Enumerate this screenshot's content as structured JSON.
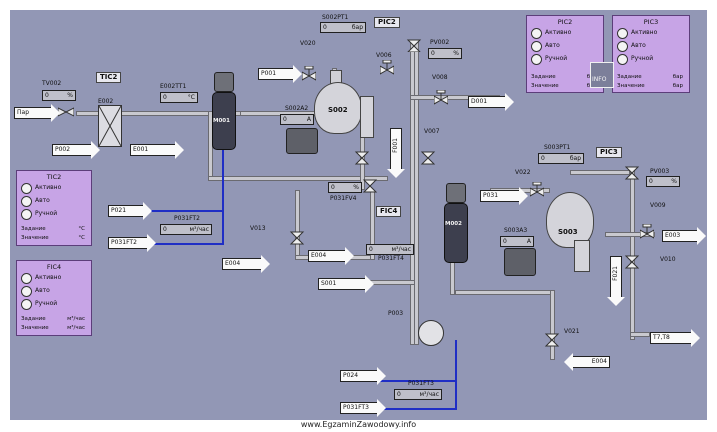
{
  "watermark": "www.EgzaminZawodowy.info",
  "stream_arrows": {
    "par": "Пар",
    "p002": "P002",
    "e001": "E001",
    "p001": "P001",
    "d001": "D001",
    "p021": "P021",
    "e004_left": "E004",
    "e004_mid": "E004",
    "s001": "S001",
    "p031": "P031",
    "e003": "E003",
    "e004_right": "E004",
    "t7t8": "T7,T8",
    "p024": "P024",
    "m001": "M001",
    "m002": "M002"
  },
  "vertical_arrows": {
    "v1": "F001",
    "v2": "F021"
  },
  "controllers": {
    "tic2": "TIC2",
    "pic2": "PIC2",
    "fic4": "FIC4",
    "pic3": "PIC3"
  },
  "tags": {
    "tv002": "TV002",
    "e002": "E002",
    "e002tt1": "E002TT1",
    "s002pt1": "S002PT1",
    "v020": "V020",
    "v006": "V006",
    "pv002": "PV002",
    "v008": "V008",
    "s002": "S002",
    "s002a2": "S002A2",
    "v007": "V007",
    "p031ft2": "P031FT2",
    "v013": "V013",
    "p031fv4": "P031FV4",
    "p031ft4": "P031FT4",
    "p031ft2b": "P031FT2",
    "s003pt1": "S003PT1",
    "v022": "V022",
    "pv003": "PV003",
    "v009": "V009",
    "s003a3": "S003A3",
    "s003": "S003",
    "v010": "V010",
    "p003": "P003",
    "v021": "V021",
    "p031ft3": "P031FT3",
    "p031ft3b": "P031FT3",
    "info": "INFO"
  },
  "readouts": {
    "tv002": {
      "value": "0",
      "unit": "%"
    },
    "e002tt1": {
      "value": "0",
      "unit": "°C"
    },
    "s002pt1": {
      "value": "0",
      "unit": "бар"
    },
    "pv002": {
      "value": "0",
      "unit": "%"
    },
    "s002a2": {
      "value": "0",
      "unit": "A"
    },
    "p031ft2": {
      "value": "0",
      "unit": "м³/час"
    },
    "p031fv4": {
      "value": "0",
      "unit": "%"
    },
    "p031ft4": {
      "value": "0",
      "unit": "м³/час"
    },
    "s003pt1": {
      "value": "0",
      "unit": "бар"
    },
    "pv003": {
      "value": "0",
      "unit": "%"
    },
    "s003a3": {
      "value": "0",
      "unit": "A"
    },
    "p031ft3": {
      "value": "0",
      "unit": "м³/час"
    }
  },
  "panels": {
    "tic2": {
      "title": "TIC2",
      "modes": [
        "Активно",
        "Авто",
        "Ручной"
      ],
      "setpoint_label": "Задание",
      "value_label": "Значение",
      "unit": "°C"
    },
    "fic4": {
      "title": "FIC4",
      "modes": [
        "Активно",
        "Авто",
        "Ручной"
      ],
      "setpoint_label": "Задание",
      "value_label": "Значение",
      "unit": "м³/час"
    },
    "pic2": {
      "title": "PIC2",
      "modes": [
        "Активно",
        "Авто",
        "Ручной"
      ],
      "setpoint_label": "Задание",
      "value_label": "Значение",
      "unit": "бар"
    },
    "pic3": {
      "title": "PIC3",
      "modes": [
        "Активно",
        "Авто",
        "Ручной"
      ],
      "setpoint_label": "Задание",
      "value_label": "Значение",
      "unit": "бар"
    }
  },
  "colors": {
    "background": "#9297b5",
    "panel": "#c7a4e6",
    "pipe": "#c9c9cf",
    "signal": "#1f2ec5"
  }
}
